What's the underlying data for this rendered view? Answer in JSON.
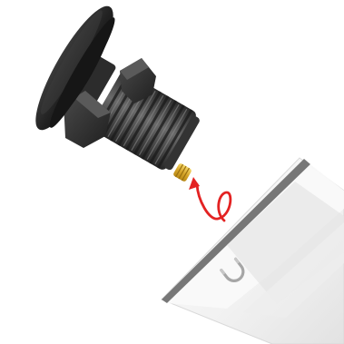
{
  "scene": {
    "components": {
      "knob": "mushroom-head-push-button",
      "body": "threaded-body",
      "nut": "hex-nut",
      "stud": "gold-threaded-stud",
      "cap": "magnetic-cap"
    },
    "icons": {
      "magnet": "magnet-icon",
      "arrow": "insert-arrow-icon"
    },
    "colors": {
      "knob": "#2a2a2a",
      "body": "#3f3f3f",
      "stud": "#e2bb3c",
      "arrow": "#e32222",
      "cap": "#f7f7f7",
      "cap_edge": "#767676"
    }
  }
}
